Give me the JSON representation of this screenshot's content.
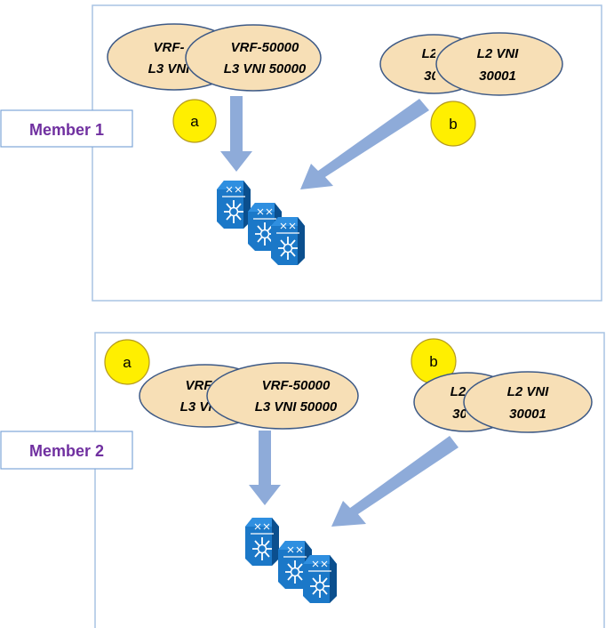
{
  "colors": {
    "panel_border": "#a8c4e4",
    "ellipse_fill": "#f7dfb6",
    "ellipse_stroke": "#3e5a86",
    "circle_fill": "#ffef00",
    "circle_stroke": "#b49a1e",
    "arrow_fill": "#8eabd9",
    "member_text": "#7030a0",
    "member_border": "#7ea6d8",
    "switch_body": "#1b78c8",
    "switch_dark": "#0b4f8e"
  },
  "icons": [
    "nexus-switch-icon"
  ],
  "panels": [
    {
      "member_label": "Member 1",
      "vrf_back": {
        "line1": "VRF-",
        "line2": "L3 VNI"
      },
      "vrf_front": {
        "line1": "VRF-50000",
        "line2": "L3 VNI 50000"
      },
      "l2_back": {
        "line1": "L2 VNI",
        "line2": "30000"
      },
      "l2_front": {
        "line1": "L2 VNI",
        "line2": "30001"
      },
      "circle_a": "a",
      "circle_b": "b"
    },
    {
      "member_label": "Member 2",
      "vrf_back": {
        "line1": "VRF-",
        "line2": "L3 VNI"
      },
      "vrf_front": {
        "line1": "VRF-50000",
        "line2": "L3 VNI 50000"
      },
      "l2_back": {
        "line1": "L2 VNI",
        "line2": "30000"
      },
      "l2_front": {
        "line1": "L2 VNI",
        "line2": "30001"
      },
      "circle_a": "a",
      "circle_b": "b"
    }
  ]
}
